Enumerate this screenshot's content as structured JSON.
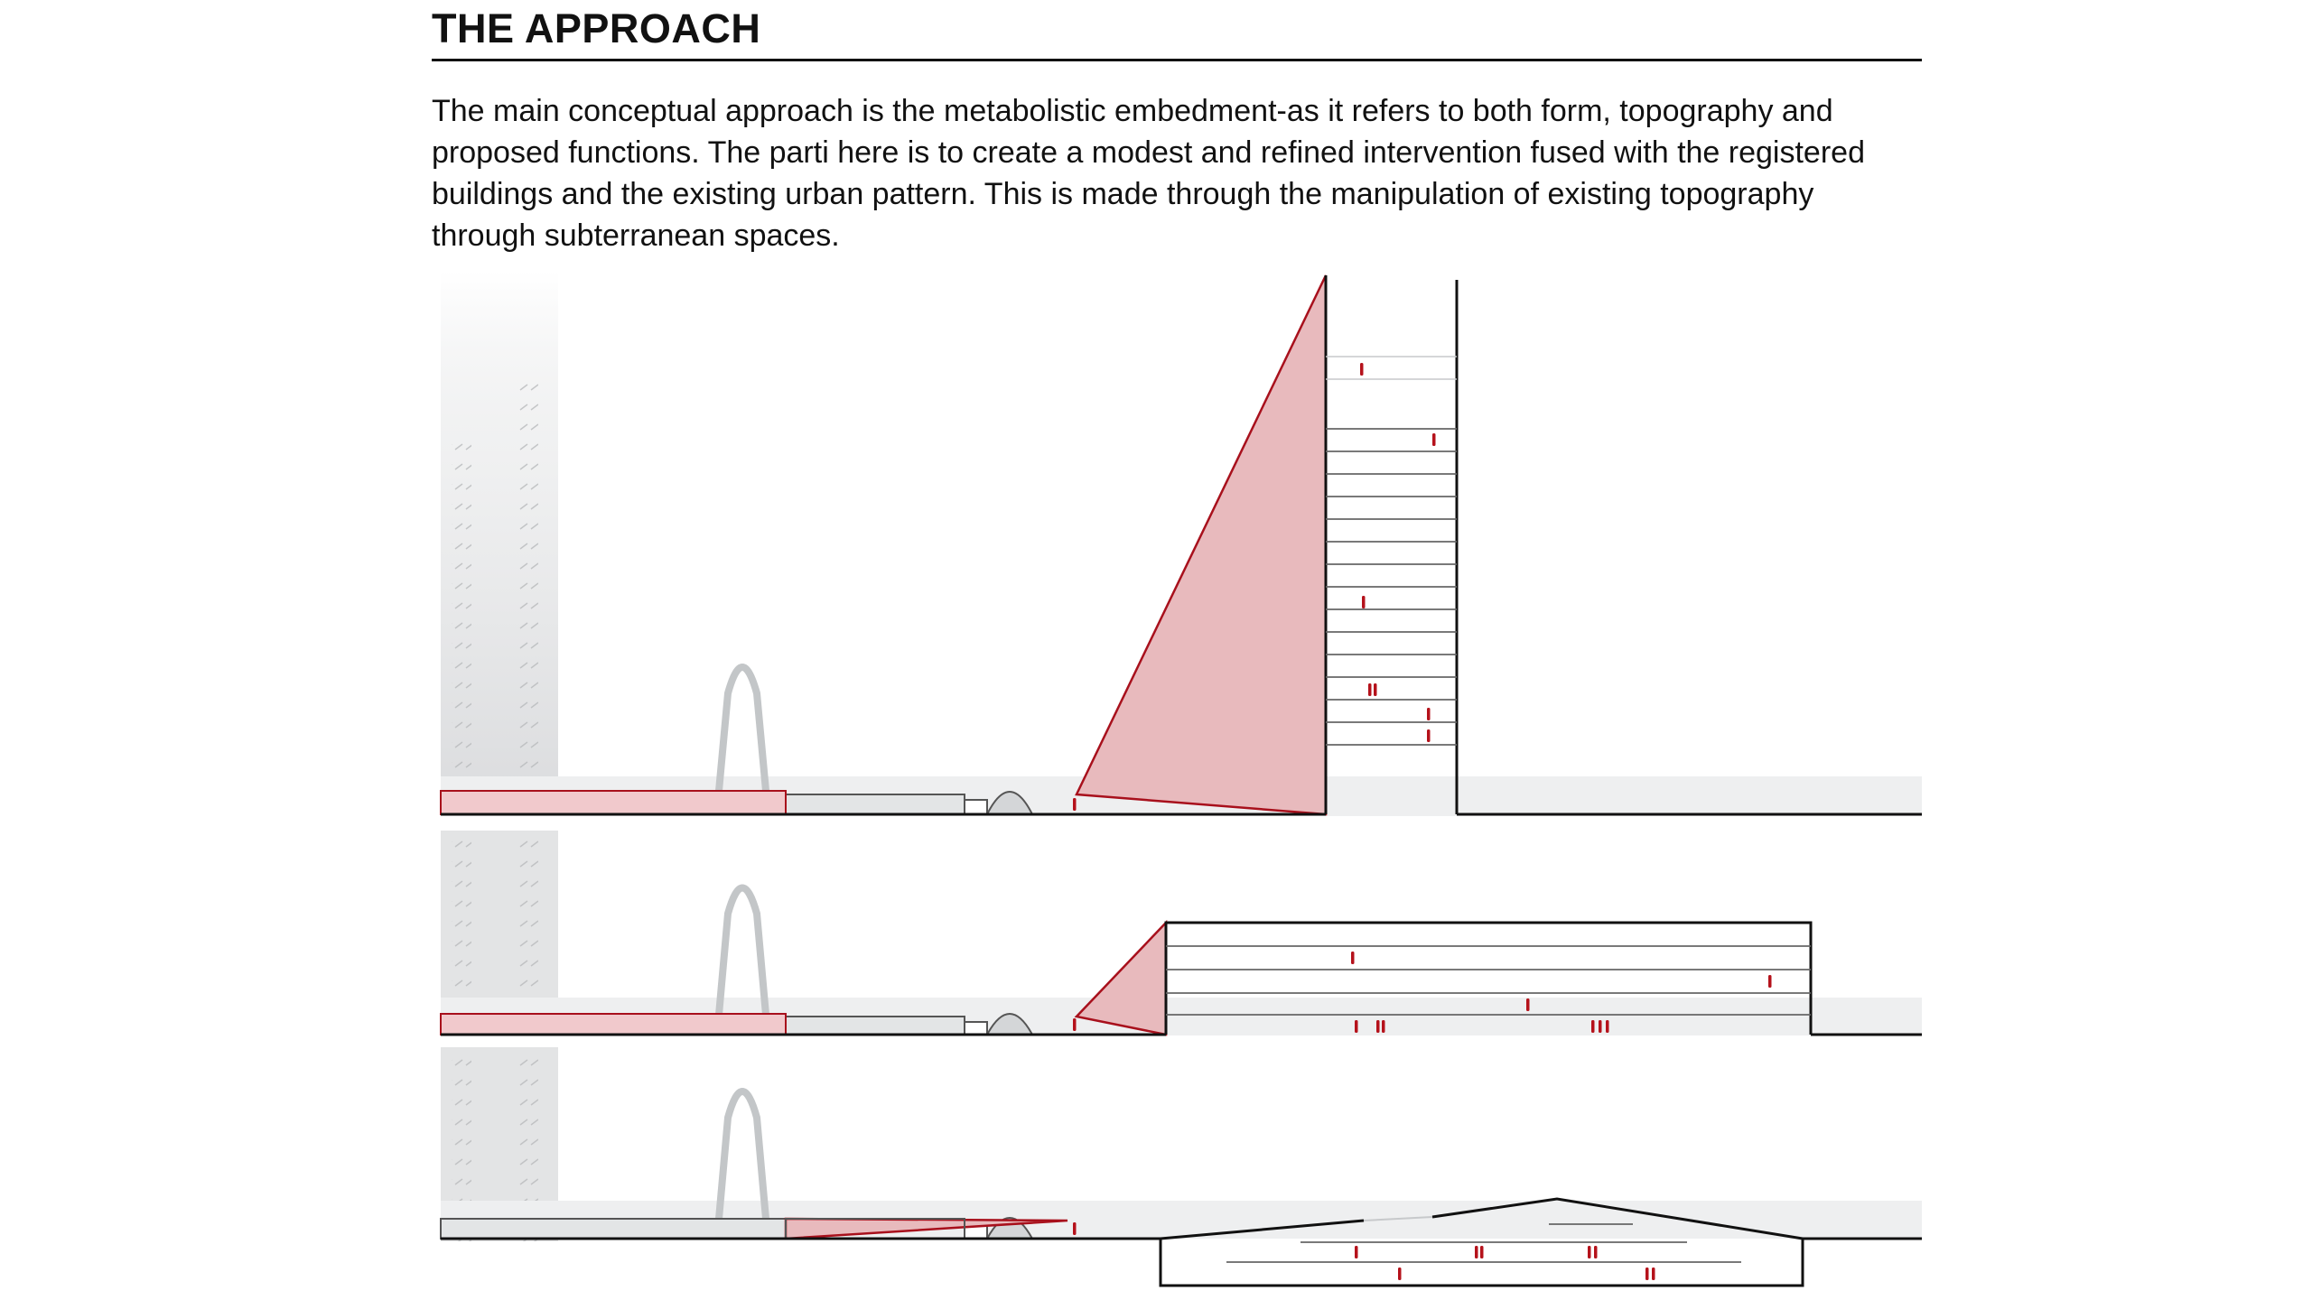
{
  "heading": "THE APPROACH",
  "paragraph": "The main conceptual approach is the metabolistic embedment-as it refers to both form, topography and proposed functions. The parti here is to create a modest and refined intervention fused with the registered buildings and the existing urban pattern. This is made through the manipulation of existing topography through subterranean spaces.",
  "colors": {
    "intervention_fill": "#e8babd",
    "intervention_stroke": "#a8101c",
    "ground_band": "#eeeff0",
    "existing_building": "#e3e5e6",
    "figure": "#b5121b"
  },
  "sections": [
    {
      "id": "section-1",
      "scheme": "vertical-tower"
    },
    {
      "id": "section-2",
      "scheme": "horizontal-block"
    },
    {
      "id": "section-3",
      "scheme": "subterranean"
    }
  ]
}
